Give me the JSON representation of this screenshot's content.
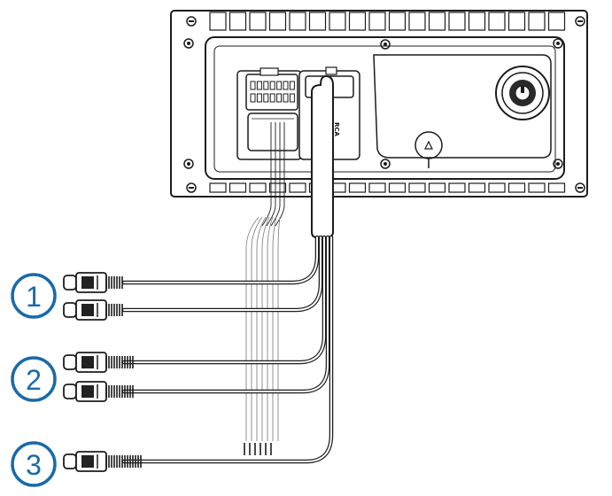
{
  "diagram": {
    "title": "",
    "accent_color": "#1a6aa8",
    "line_color": "#1c1c1c",
    "callouts": [
      {
        "number": "1",
        "connectors": 2
      },
      {
        "number": "2",
        "connectors": 2
      },
      {
        "number": "3",
        "connectors": 1
      }
    ],
    "unit_label": "RCA",
    "icons": [
      "stereo-unit",
      "wiring-harness-connector",
      "volume-knob",
      "rca-plug",
      "bare-wire"
    ]
  }
}
